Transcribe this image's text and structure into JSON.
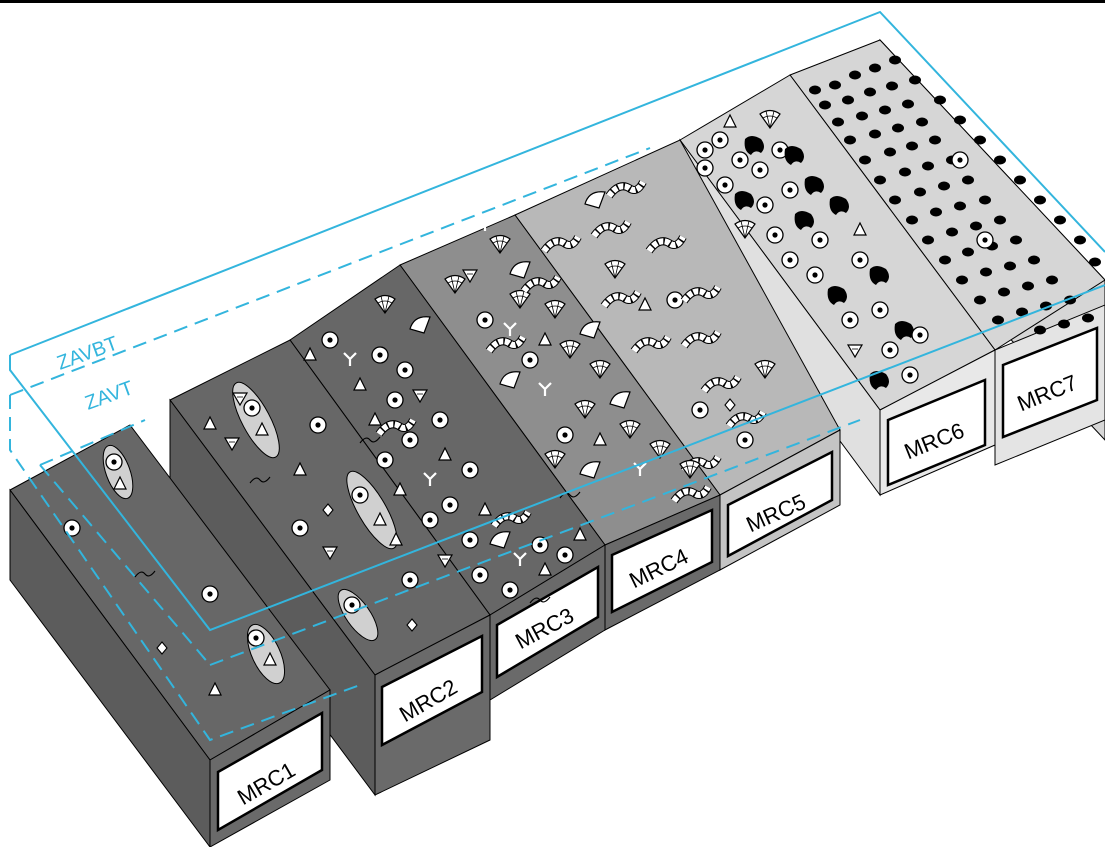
{
  "blocks": [
    {
      "label": "MRC1",
      "fill": "#676767"
    },
    {
      "label": "MRC2",
      "fill": "#676767"
    },
    {
      "label": "MRC3",
      "fill": "#676767"
    },
    {
      "label": "MRC4",
      "fill": "#8e8e8e"
    },
    {
      "label": "MRC5",
      "fill": "#b8b8b8"
    },
    {
      "label": "MRC6",
      "fill": "#d6d6d6"
    },
    {
      "label": "MRC7",
      "fill": "#d6d6d6"
    }
  ],
  "zones": [
    {
      "label": "ZAVBT",
      "style": "solid",
      "color": "#33b5dd"
    },
    {
      "label": "ZAVT",
      "style": "dashed",
      "color": "#33b5dd"
    }
  ]
}
